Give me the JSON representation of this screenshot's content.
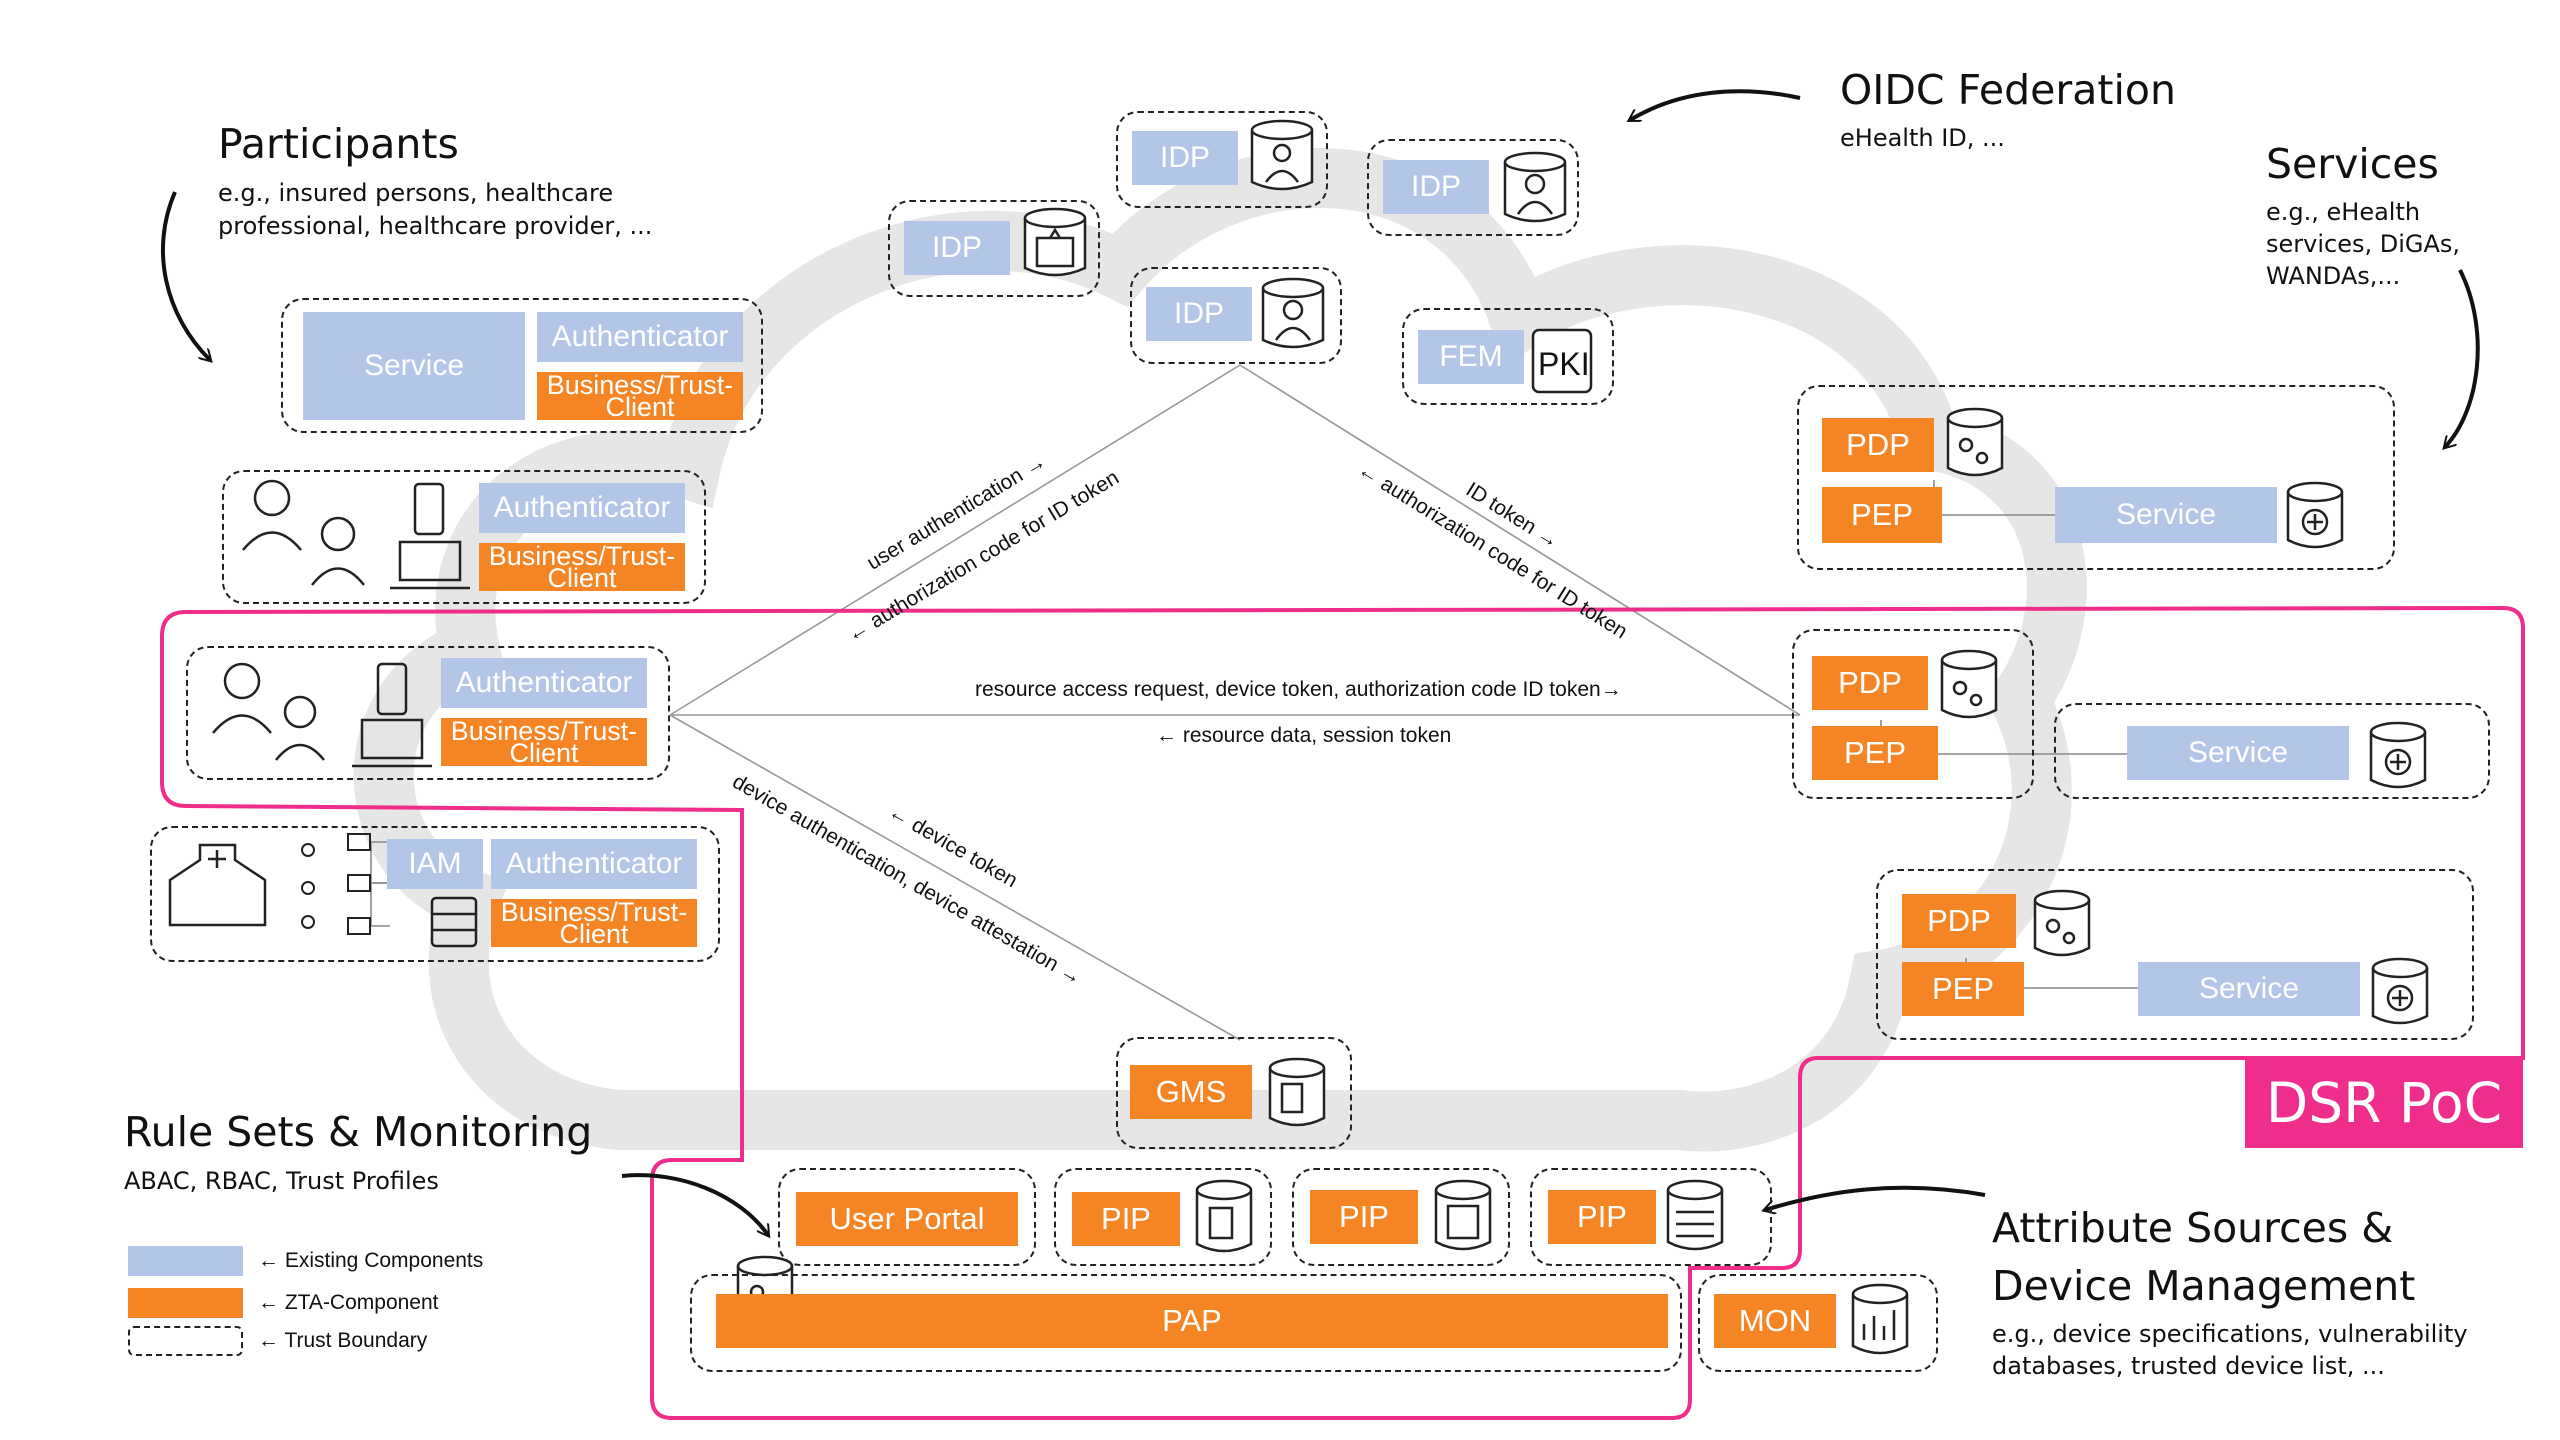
{
  "participants": {
    "title": "Participants",
    "subtitle_1": "e.g., insured persons, healthcare",
    "subtitle_2": "professional, healthcare provider, ..."
  },
  "oidc": {
    "title": "OIDC Federation",
    "subtitle": "eHealth ID, ..."
  },
  "services": {
    "title": "Services",
    "subtitle_1": "e.g., eHealth",
    "subtitle_2": "services, DiGAs,",
    "subtitle_3": "WANDAs,..."
  },
  "rules": {
    "title": "Rule Sets & Monitoring",
    "subtitle": "ABAC, RBAC, Trust Profiles"
  },
  "attributes": {
    "title_1": "Attribute Sources &",
    "title_2": "Device Management",
    "subtitle_1": "e.g., device specifications, vulnerability",
    "subtitle_2": "databases, trusted device list, ..."
  },
  "legend": {
    "existing": "← Existing Components",
    "zta": "← ZTA-Component",
    "trust": "← Trust Boundary"
  },
  "dsr_label": "DSR PoC",
  "components": {
    "service": "Service",
    "authenticator": "Authenticator",
    "btc_1": "Business/Trust-",
    "btc_2": "Client",
    "idp": "IDP",
    "fem": "FEM",
    "pki": "PKI",
    "pdp": "PDP",
    "pep": "PEP",
    "iam": "IAM",
    "gms": "GMS",
    "user_portal": "User Portal",
    "pip": "PIP",
    "pap": "PAP",
    "mon": "MON"
  },
  "edges": {
    "user_auth": "user authentication →",
    "auth_code": "← authorization code for ID token",
    "id_token": "ID token →",
    "auth_code_rev": "← authorization code for ID token",
    "resource_req": "resource access request, device token, authorization code ID token→",
    "resource_data": "← resource data, session token",
    "device_token": "← device token",
    "device_auth": "device authentication, device attestation →"
  },
  "colors": {
    "existing": "#b4c6e7",
    "zta": "#f58424",
    "dsr": "#ee2e8a",
    "cloud": "#e6e6e6"
  },
  "icons": [
    "database-doctor-icon",
    "database-person-icon",
    "database-hospital-icon",
    "database-gear-icon",
    "database-medical-icon",
    "database-device-icon",
    "database-badge-icon",
    "database-list-icon",
    "database-chart-icon",
    "pki-icon",
    "doctor-icon",
    "person-icon",
    "smartphone-icon",
    "laptop-icon",
    "hospital-icon",
    "network-icon",
    "server-list-icon",
    "curved-arrow-icon"
  ]
}
